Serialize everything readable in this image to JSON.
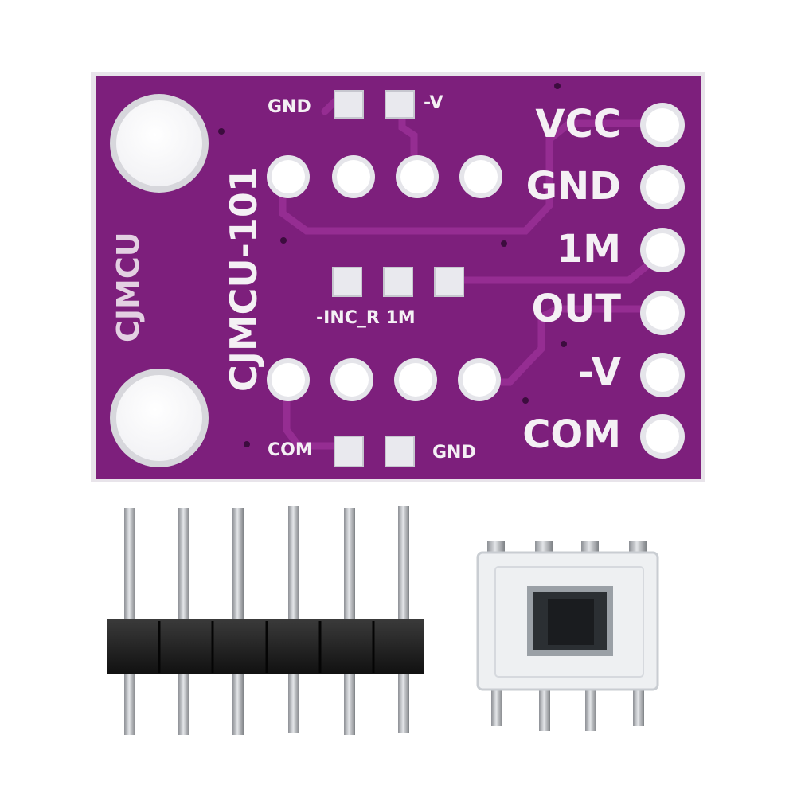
{
  "colors": {
    "background": "#ffffff",
    "pcb": "#7d1f7c",
    "pcb_dark": "#5c1560",
    "trace": "#8f2a8c",
    "silkscreen": "#f4f0f4",
    "pad": "#e9e9ee",
    "header_plastic": "#1c1c1c",
    "pin_metal": "#b9bcc0",
    "chip_body": "#eef0f2",
    "die": "#2b2f33"
  },
  "board": {
    "brand_label": "CJMCU",
    "model_label": "CJMCU-101",
    "top_pad_labels": {
      "left": "GND",
      "right": "-V"
    },
    "middle_pad_labels": "-INC_R 1M",
    "bottom_pad_labels": {
      "left": "COM",
      "right": "GND"
    },
    "pin_labels": [
      "VCC",
      "GND",
      "1M",
      "OUT",
      "-V",
      "COM"
    ]
  },
  "header": {
    "pin_count": 6
  },
  "chip": {
    "package": "DIP-8",
    "pins_per_side": 4
  }
}
